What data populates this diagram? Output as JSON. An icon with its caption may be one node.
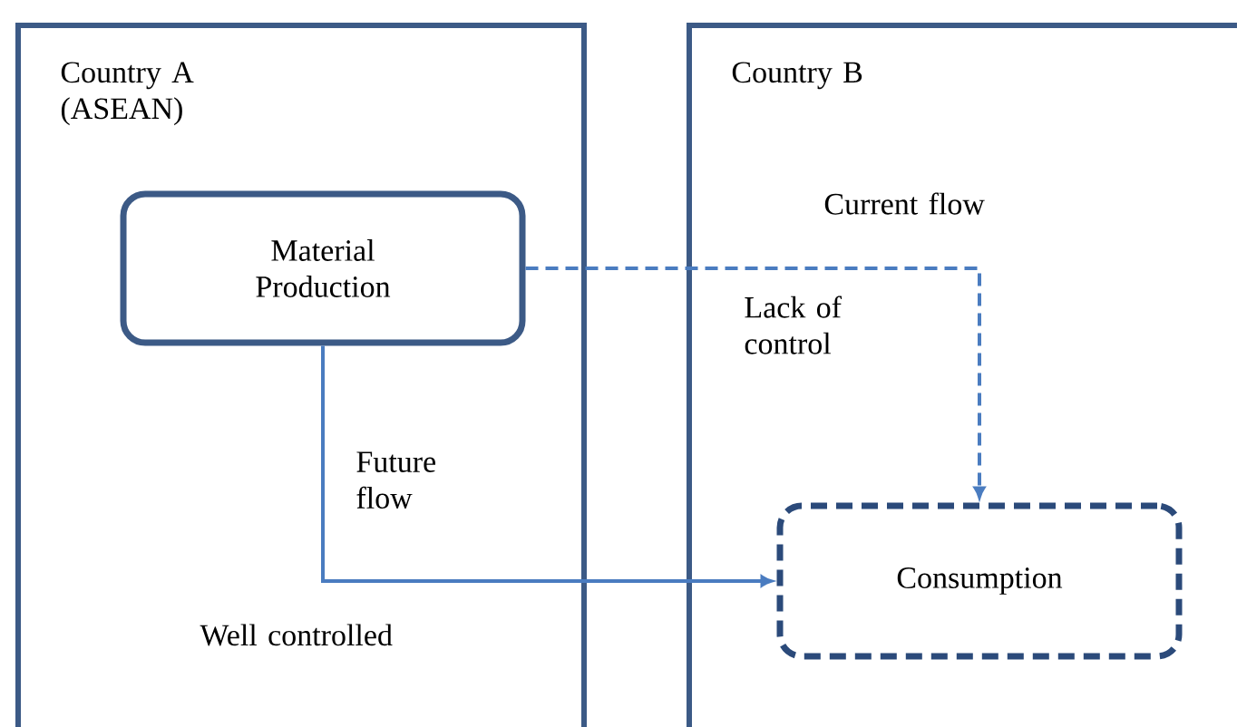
{
  "diagram": {
    "nodes": [
      {
        "text": [
          "Country A (ASEAN)"
        ]
      },
      {
        "text": [
          "Country B"
        ]
      },
      {
        "text": [
          "Material Production"
        ],
        "in": 0
      },
      {
        "text": [
          "Consumption"
        ],
        "in": 1
      }
    ],
    "edges": [
      {
        "from": 2,
        "to": 3,
        "arrow": "to",
        "style": "dashed",
        "label": "Current flow"
      },
      {
        "from": 2,
        "to": 3,
        "arrow": "to",
        "label": "Future flow"
      }
    ],
    "labels": [
      "Lack of control",
      "Well controlled"
    ]
  }
}
